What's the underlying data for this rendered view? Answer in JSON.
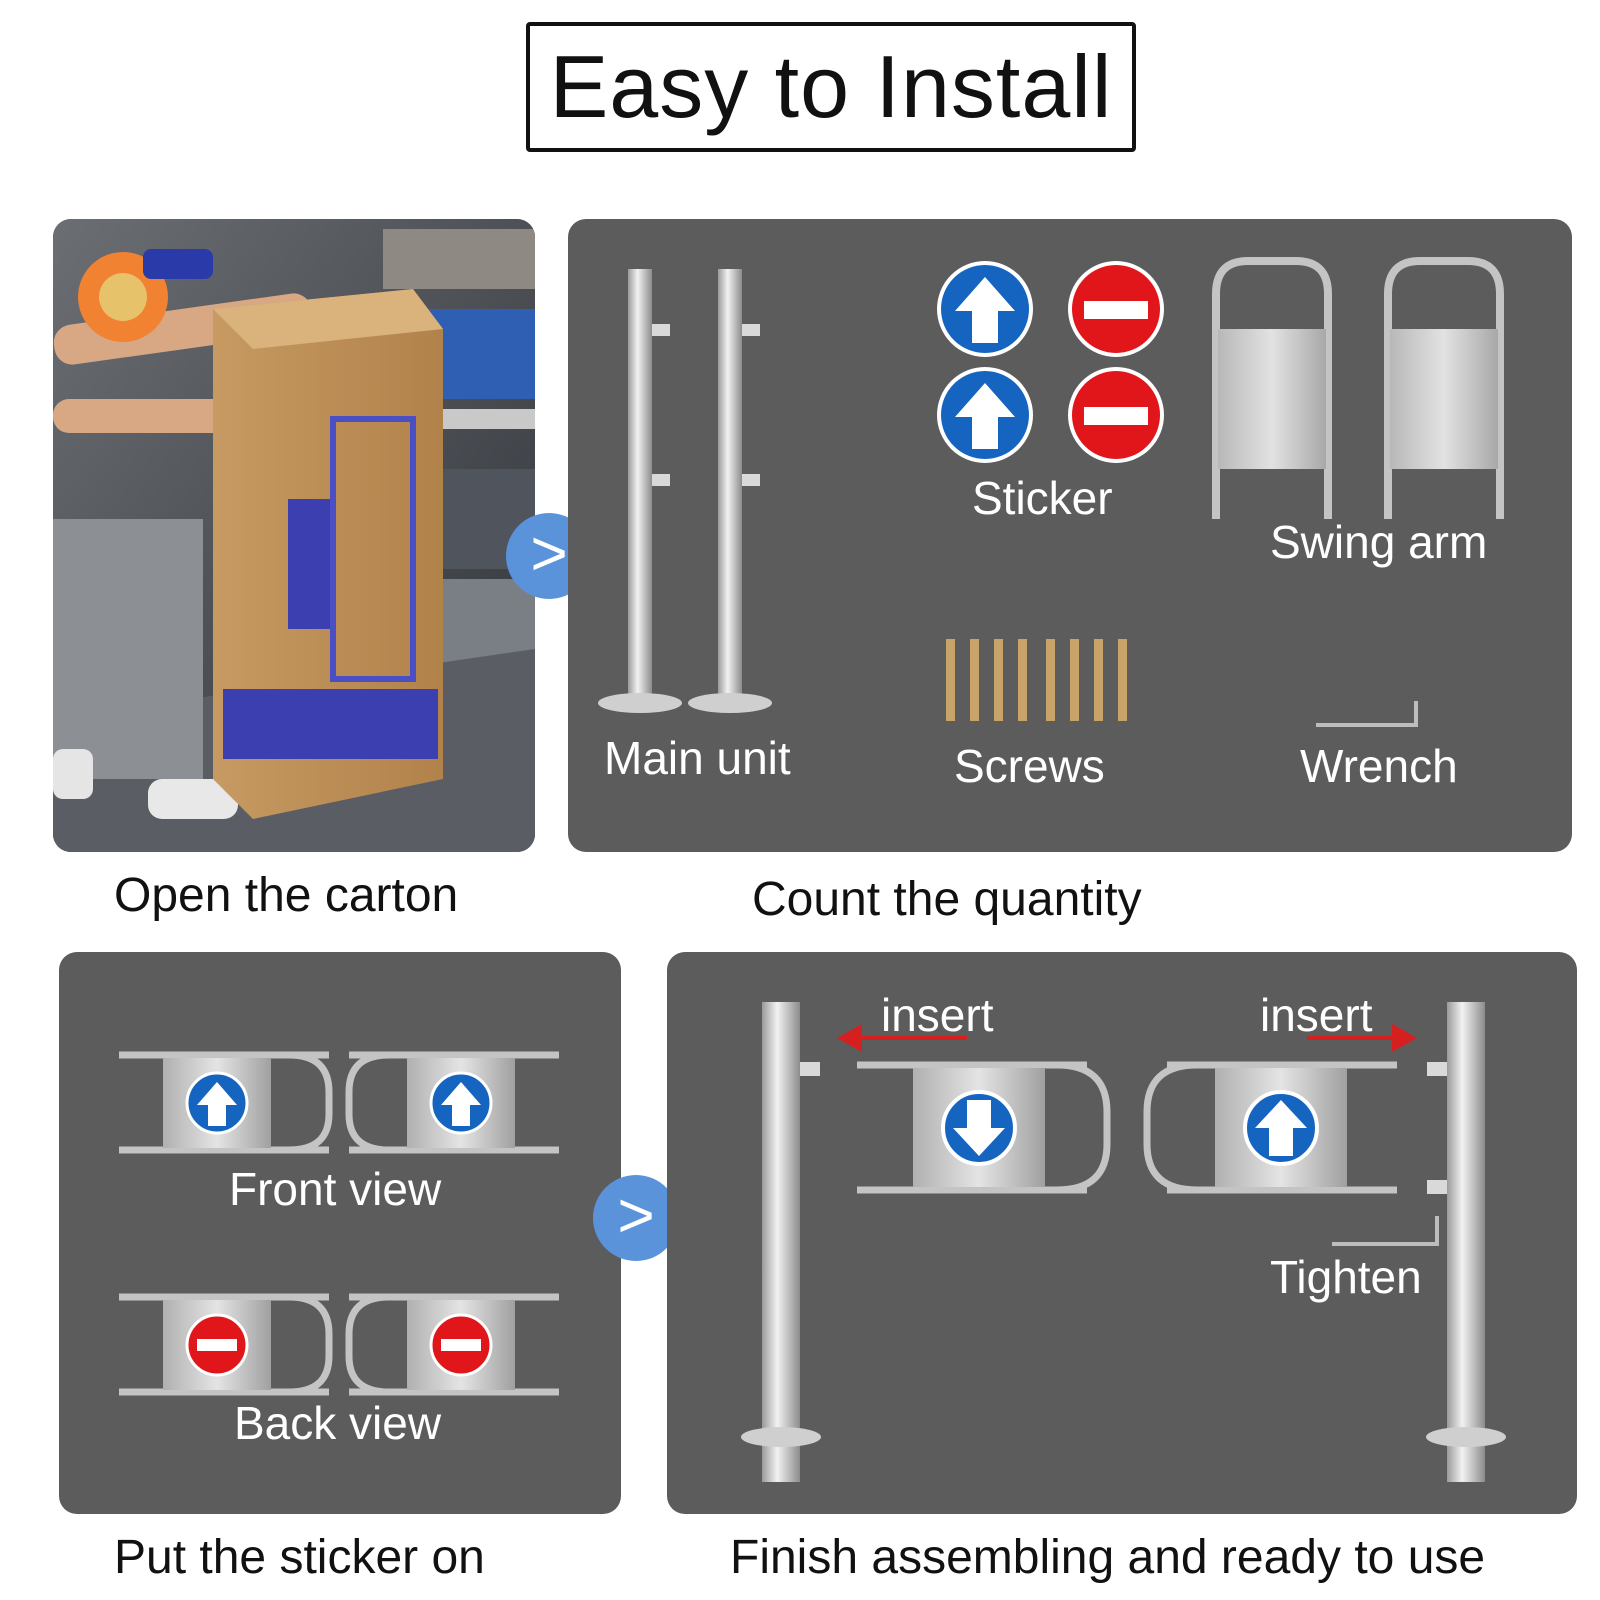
{
  "title": "Easy to Install",
  "arrow_glyph": ">",
  "steps": {
    "open": {
      "caption": "Open the carton"
    },
    "count": {
      "caption": "Count the quantity",
      "labels": {
        "main_unit": "Main unit",
        "sticker": "Sticker",
        "swing_arm": "Swing arm",
        "screws": "Screws",
        "wrench": "Wrench"
      }
    },
    "sticker": {
      "caption": "Put the sticker on",
      "front_view": "Front view",
      "back_view": "Back view"
    },
    "finish": {
      "caption": "Finish assembling and ready to use",
      "insert_left": "insert",
      "insert_right": "insert",
      "tighten": "Tighten"
    }
  },
  "colors": {
    "panel": "#5c5c5c",
    "arrow_button": "#5b93db",
    "sticker_blue": "#1565c0",
    "sticker_red": "#e0161b",
    "insert_arrow": "#d62020"
  },
  "icons": {
    "next": "chevron-right-icon",
    "up_sticker": "up-arrow-icon",
    "no_entry_sticker": "no-entry-icon",
    "down_sticker": "down-arrow-icon"
  }
}
